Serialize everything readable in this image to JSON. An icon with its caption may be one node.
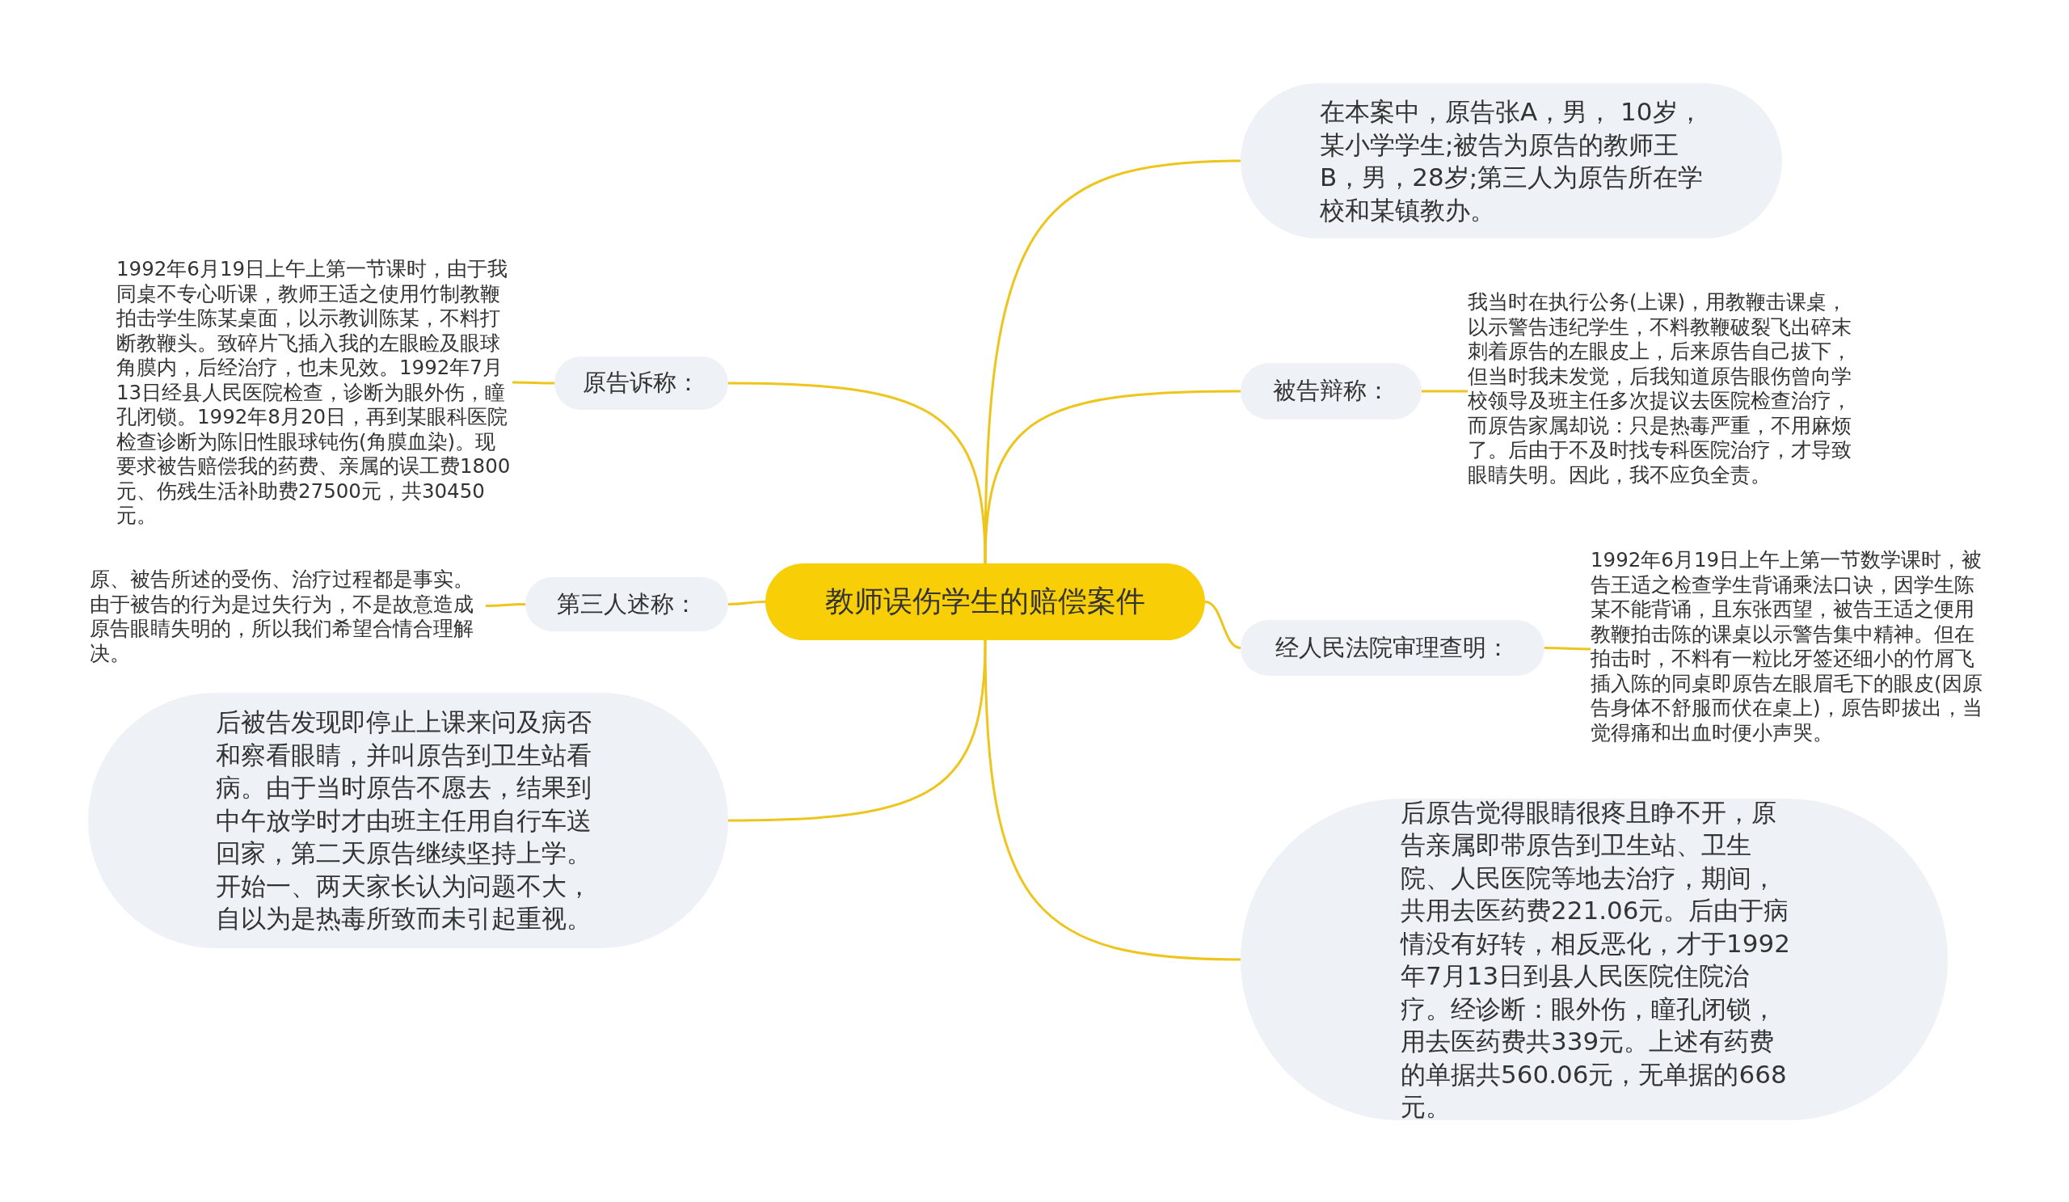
{
  "diagram": {
    "nodes": [
      {
        "text": [
          "教师误伤学生的赔偿案件"
        ]
      },
      {
        "text": [
          "在本案中，原告张A，男， 10岁，某小学学生;被告为原告的教师王B，男，28岁;第三人为原告所在学校和某镇教办。"
        ]
      },
      {
        "text": [
          "被告辩称："
        ]
      },
      {
        "text": [
          "我当时在执行公务(上课)，用教鞭击课桌，以示警告违纪学生，不料教鞭破裂飞出碎末刺着原告的左眼皮上，后来原告自己拔下，但当时我未发觉，后我知道原告眼伤曾向学校领导及班主任多次提议去医院检查治疗，而原告家属却说：只是热毒严重，不用麻烦了。后由于不及时找专科医院治疗，才导致眼睛失明。因此，我不应负全责。"
        ]
      },
      {
        "text": [
          "经人民法院审理查明："
        ]
      },
      {
        "text": [
          "1992年6月19日上午上第一节数学课时，被告王适之检查学生背诵乘法口诀，因学生陈某不能背诵，且东张西望，被告王适之便用教鞭拍击陈的课桌以示警告集中精神。但在拍击时，不料有一粒比牙签还细小的竹屑飞插入陈的同桌即原告左眼眉毛下的眼皮(因原告身体不舒服而伏在桌上)，原告即拔出，当觉得痛和出血时便小声哭。"
        ]
      },
      {
        "text": [
          "后原告觉得眼睛很疼且睁不开，原告亲属即带原告到卫生站、卫生院、人民医院等地去治疗，期间，共用去医药费221.06元。后由于病情没有好转，相反恶化，才于1992年7月13日到县人民医院住院治疗。经诊断：眼外伤，瞳孔闭锁，用去医药费共339元。上述有药费的单据共560.06元，无单据的668元。"
        ]
      },
      {
        "text": [
          "原告诉称："
        ]
      },
      {
        "text": [
          "1992年6月19日上午上第一节课时，由于我同桌不专心听课，教师王适之使用竹制教鞭拍击学生陈某桌面，以示教训陈某，不料打断教鞭头。致碎片飞插入我的左眼睑及眼球角膜内，后经治疗，也未见效。1992年7月13日经县人民医院检查，诊断为眼外伤，瞳孔闭锁。1992年8月20日，再到某眼科医院检查诊断为陈旧性眼球钝伤(角膜血染)。现要求被告赔偿我的药费、亲属的误工费1800元、伤残生活补助费27500元，共30450元。"
        ]
      },
      {
        "text": [
          "第三人述称："
        ]
      },
      {
        "text": [
          "原、被告所述的受伤、治疗过程都是事实。由于被告的行为是过失行为，不是故意造成原告眼睛失明的，所以我们希望合情合理解决。"
        ]
      },
      {
        "text": [
          "后被告发现即停止上课来问及病否和察看眼睛，并叫原告到卫生站看病。由于当时原告不愿去，结果到中午放学时才由班主任用自行车送回家，第二天原告继续坚持上学。开始一、两天家长认为问题不大，自以为是热毒所致而未引起重视。"
        ]
      }
    ],
    "edges": [
      {
        "from": 0,
        "to": 1,
        "arrow": "none"
      },
      {
        "from": 0,
        "to": 2,
        "arrow": "none"
      },
      {
        "from": 2,
        "to": 3,
        "arrow": "none"
      },
      {
        "from": 0,
        "to": 4,
        "arrow": "none"
      },
      {
        "from": 4,
        "to": 5,
        "arrow": "none"
      },
      {
        "from": 0,
        "to": 6,
        "arrow": "none"
      },
      {
        "from": 0,
        "to": 7,
        "arrow": "none"
      },
      {
        "from": 7,
        "to": 8,
        "arrow": "none"
      },
      {
        "from": 0,
        "to": 9,
        "arrow": "none"
      },
      {
        "from": 9,
        "to": 10,
        "arrow": "none"
      },
      {
        "from": 0,
        "to": 11,
        "arrow": "none"
      }
    ]
  }
}
